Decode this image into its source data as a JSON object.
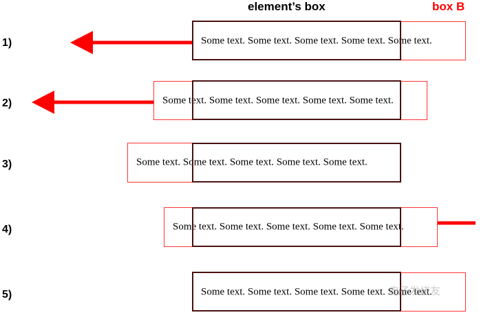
{
  "headers": {
    "element_box": "element’s box",
    "box_b": "box B"
  },
  "rows": [
    {
      "number": "1)",
      "text": "Some text. Some text. Some text. Some text. Some text."
    },
    {
      "number": "2)",
      "text": "Some text. Some text. Some text. Some text. Some text."
    },
    {
      "number": "3)",
      "text": "Some text. Some text. Some text. Some text. Some text."
    },
    {
      "number": "4)",
      "text": "Some text. Some text. Some text. Some text. Some text."
    },
    {
      "number": "5)",
      "text": "Some text. Some text. Some text. Some text. Some text."
    }
  ],
  "colors": {
    "box_b_border": "#ff3333",
    "element_box_border": "#4a1010",
    "arrow": "#ff0000",
    "header_box_b": "#ff0000"
  },
  "watermark": "电子发烧友"
}
